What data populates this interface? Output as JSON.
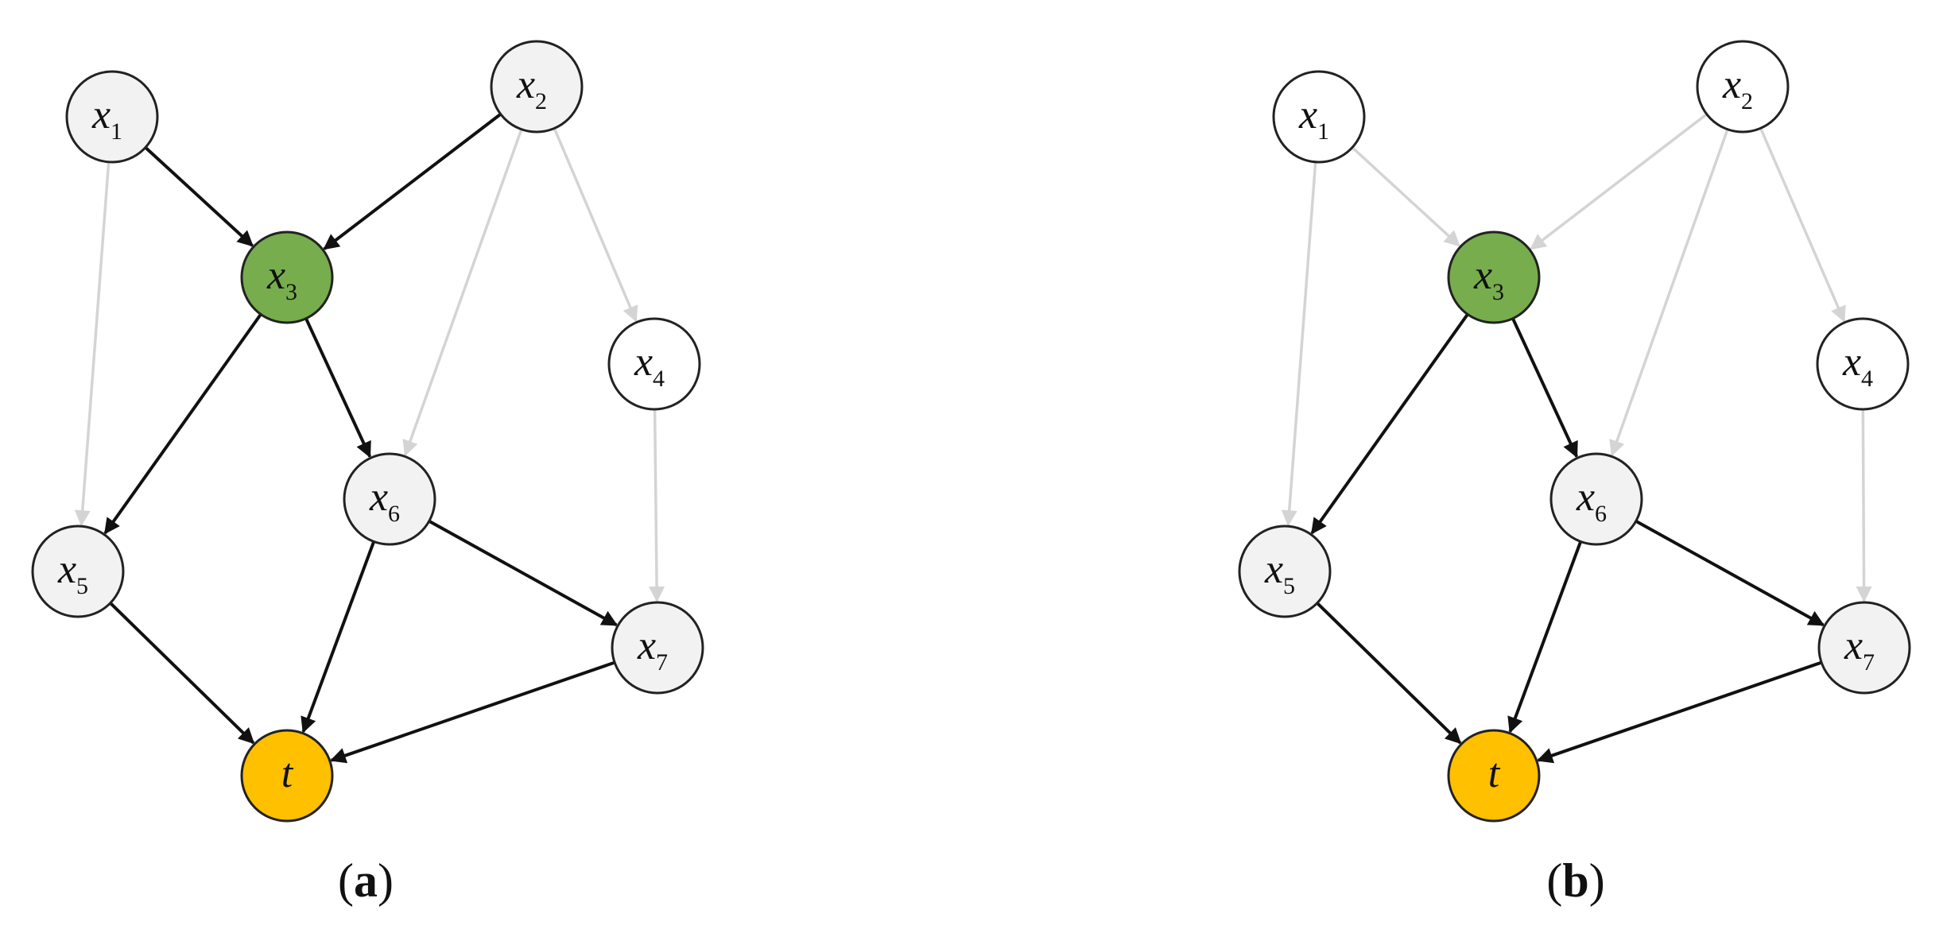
{
  "panels": [
    {
      "id": "a",
      "label_open": "(",
      "label_letter": "a",
      "label_close": ")",
      "nodes": [
        {
          "id": "x1",
          "base": "x",
          "sub": "1",
          "fill": "#f2f2f2"
        },
        {
          "id": "x2",
          "base": "x",
          "sub": "2",
          "fill": "#f2f2f2"
        },
        {
          "id": "x3",
          "base": "x",
          "sub": "3",
          "fill": "#77ad4c"
        },
        {
          "id": "x4",
          "base": "x",
          "sub": "4",
          "fill": "#ffffff"
        },
        {
          "id": "x5",
          "base": "x",
          "sub": "5",
          "fill": "#f2f2f2"
        },
        {
          "id": "x6",
          "base": "x",
          "sub": "6",
          "fill": "#f2f2f2"
        },
        {
          "id": "x7",
          "base": "x",
          "sub": "7",
          "fill": "#f2f2f2"
        },
        {
          "id": "t",
          "base": "t",
          "sub": "",
          "fill": "#ffc000"
        }
      ],
      "edges": [
        {
          "from": "x1",
          "to": "x3",
          "style": "active"
        },
        {
          "from": "x2",
          "to": "x3",
          "style": "active"
        },
        {
          "from": "x1",
          "to": "x5",
          "style": "inactive"
        },
        {
          "from": "x2",
          "to": "x6",
          "style": "inactive"
        },
        {
          "from": "x2",
          "to": "x4",
          "style": "inactive"
        },
        {
          "from": "x3",
          "to": "x5",
          "style": "active"
        },
        {
          "from": "x3",
          "to": "x6",
          "style": "active"
        },
        {
          "from": "x4",
          "to": "x7",
          "style": "inactive"
        },
        {
          "from": "x5",
          "to": "t",
          "style": "active"
        },
        {
          "from": "x6",
          "to": "t",
          "style": "active"
        },
        {
          "from": "x6",
          "to": "x7",
          "style": "active"
        },
        {
          "from": "x7",
          "to": "t",
          "style": "active"
        }
      ]
    },
    {
      "id": "b",
      "label_open": "(",
      "label_letter": "b",
      "label_close": ")",
      "nodes": [
        {
          "id": "x1",
          "base": "x",
          "sub": "1",
          "fill": "#ffffff"
        },
        {
          "id": "x2",
          "base": "x",
          "sub": "2",
          "fill": "#ffffff"
        },
        {
          "id": "x3",
          "base": "x",
          "sub": "3",
          "fill": "#77ad4c"
        },
        {
          "id": "x4",
          "base": "x",
          "sub": "4",
          "fill": "#ffffff"
        },
        {
          "id": "x5",
          "base": "x",
          "sub": "5",
          "fill": "#f2f2f2"
        },
        {
          "id": "x6",
          "base": "x",
          "sub": "6",
          "fill": "#f2f2f2"
        },
        {
          "id": "x7",
          "base": "x",
          "sub": "7",
          "fill": "#f2f2f2"
        },
        {
          "id": "t",
          "base": "t",
          "sub": "",
          "fill": "#ffc000"
        }
      ],
      "edges": [
        {
          "from": "x1",
          "to": "x3",
          "style": "inactive"
        },
        {
          "from": "x2",
          "to": "x3",
          "style": "inactive"
        },
        {
          "from": "x1",
          "to": "x5",
          "style": "inactive"
        },
        {
          "from": "x2",
          "to": "x6",
          "style": "inactive"
        },
        {
          "from": "x2",
          "to": "x4",
          "style": "inactive"
        },
        {
          "from": "x3",
          "to": "x5",
          "style": "active"
        },
        {
          "from": "x3",
          "to": "x6",
          "style": "active"
        },
        {
          "from": "x4",
          "to": "x7",
          "style": "inactive"
        },
        {
          "from": "x5",
          "to": "t",
          "style": "active"
        },
        {
          "from": "x6",
          "to": "t",
          "style": "active"
        },
        {
          "from": "x6",
          "to": "x7",
          "style": "active"
        },
        {
          "from": "x7",
          "to": "t",
          "style": "active"
        }
      ]
    }
  ],
  "colors": {
    "active_edge": "#111111",
    "inactive_edge": "#d4d4d4",
    "node_stroke": "#222222"
  }
}
